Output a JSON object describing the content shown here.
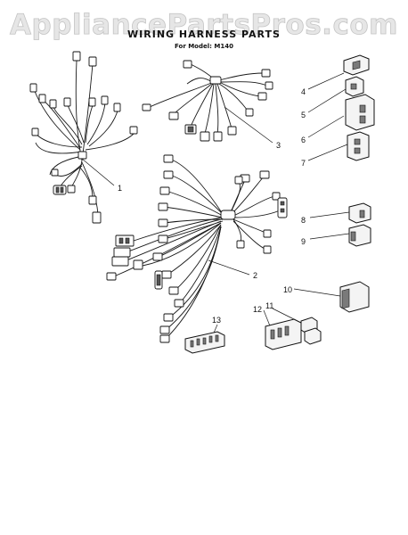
{
  "watermark": "AppliancePartsPros.com",
  "title": "WIRING HARNESS PARTS",
  "subtitle": "For Model: M140",
  "callouts": [
    "1",
    "2",
    "3",
    "4",
    "5",
    "6",
    "7",
    "8",
    "9",
    "10",
    "11",
    "12",
    "13"
  ]
}
